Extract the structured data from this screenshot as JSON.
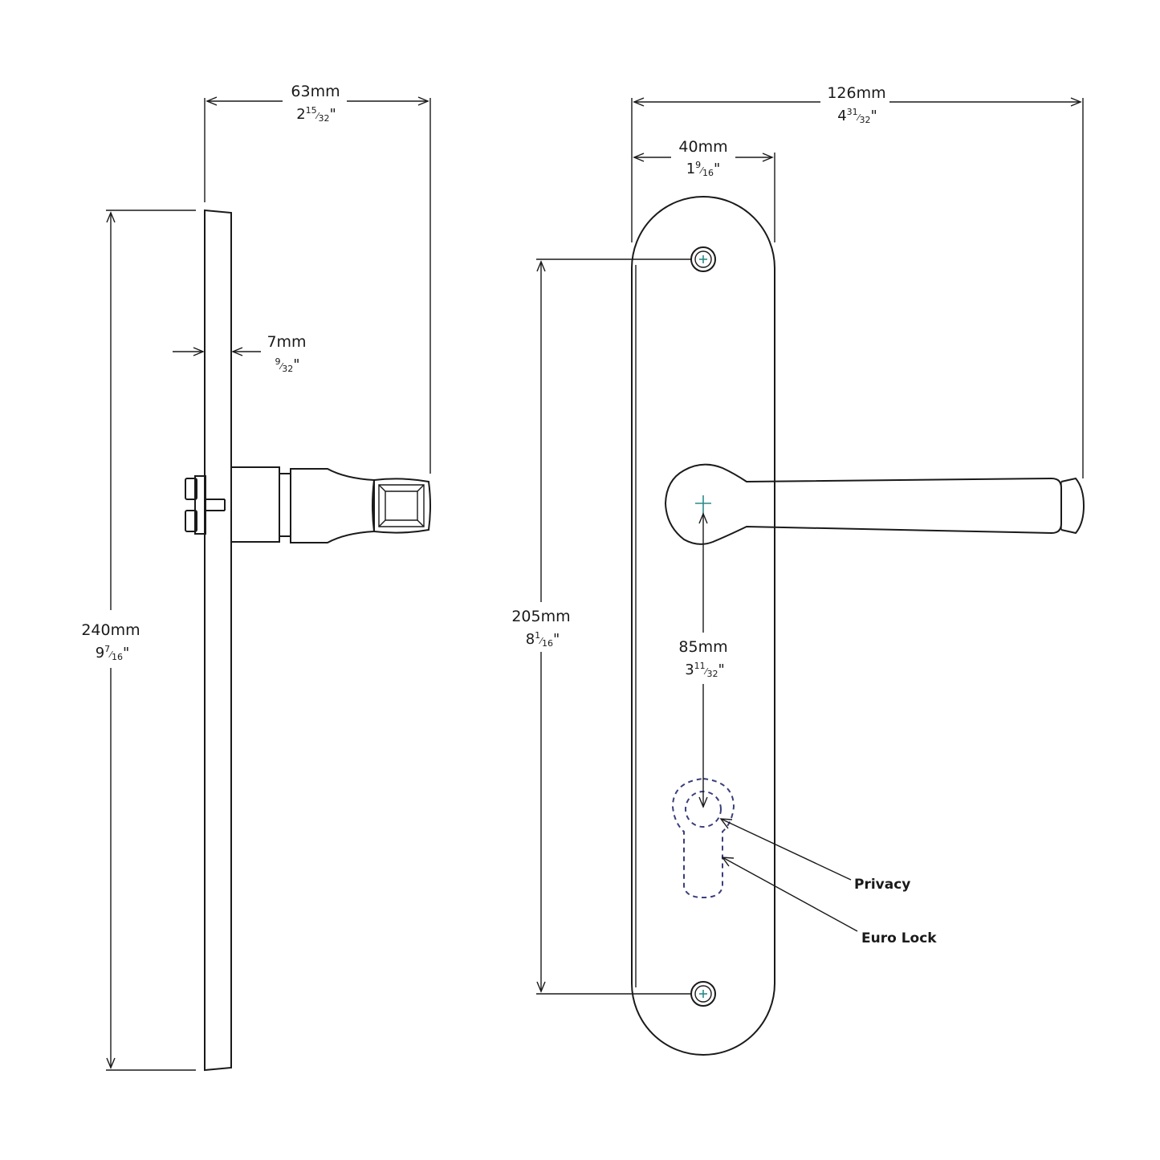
{
  "dimensions": {
    "overall_projection": {
      "mm": "63mm",
      "inch_whole": "2",
      "inch_num": "15",
      "inch_den": "32",
      "inch_mark": "\""
    },
    "plate_thickness": {
      "mm": "7mm",
      "inch_whole": "",
      "inch_num": "9",
      "inch_den": "32",
      "inch_mark": "\""
    },
    "plate_height": {
      "mm": "240mm",
      "inch_whole": "9",
      "inch_num": "7",
      "inch_den": "16",
      "inch_mark": "\""
    },
    "lever_length": {
      "mm": "126mm",
      "inch_whole": "4",
      "inch_num": "31",
      "inch_den": "32",
      "inch_mark": "\""
    },
    "plate_width": {
      "mm": "40mm",
      "inch_whole": "1",
      "inch_num": "9",
      "inch_den": "16",
      "inch_mark": "\""
    },
    "fixing_centres": {
      "mm": "205mm",
      "inch_whole": "8",
      "inch_num": "1",
      "inch_den": "16",
      "inch_mark": "\""
    },
    "lock_centres": {
      "mm": "85mm",
      "inch_whole": "3",
      "inch_num": "11",
      "inch_den": "32",
      "inch_mark": "\""
    }
  },
  "callouts": {
    "privacy": "Privacy",
    "euro_lock": "Euro Lock"
  },
  "colors": {
    "line": "#1a1a1a",
    "dashed_cutout": "#3a3f7a",
    "screw_cross": "#2a8a8a"
  }
}
